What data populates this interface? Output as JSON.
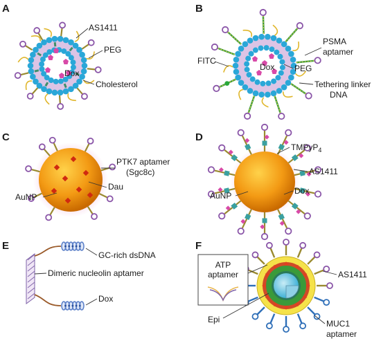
{
  "panels": [
    {
      "letter": "A",
      "labels": {
        "aptamer": "AS1411",
        "peg": "PEG",
        "drug": "Dox",
        "lipid": "Cholesterol"
      }
    },
    {
      "letter": "B",
      "labels": {
        "dye": "FITC",
        "aptamer_line1": "PSMA",
        "aptamer_line2": "aptamer",
        "drug": "Dox",
        "peg": "PEG",
        "linker_line1": "Tethering linker",
        "linker_line2": "DNA"
      }
    },
    {
      "letter": "C",
      "labels": {
        "aptamer_line1": "PTK7 aptamer",
        "aptamer_line2": "(Sgc8c)",
        "drug": "Dau",
        "particle": "AuNP"
      }
    },
    {
      "letter": "D",
      "labels": {
        "porphyrin": "TMPyP",
        "porphyrin_sub": "4",
        "aptamer": "AS1411",
        "drug": "Dox",
        "particle": "AuNP"
      }
    },
    {
      "letter": "E",
      "labels": {
        "dsdna": "GC-rich dsDNA",
        "aptamer": "Dimeric nucleolin aptamer",
        "drug": "Dox"
      }
    },
    {
      "letter": "F",
      "labels": {
        "inset_line1": "ATP",
        "inset_line2": "aptamer",
        "aptamer": "AS1411",
        "drug": "Epi",
        "muc1_line1": "MUC1",
        "muc1_line2": "aptamer"
      }
    }
  ],
  "colors": {
    "lipid_head": "#2aa7d8",
    "lipid_tail": "#c9a7d8",
    "drug": "#d84aa8",
    "gold": "#f08a10",
    "dau": "#d02a10",
    "aptamer_loop": "#8a55a8",
    "strand": "#9a8a30",
    "dsdna": "#5a7fc8",
    "silica_outer": "#f5e24a",
    "silica_inner": "#3a9a3a",
    "epi": "#e04020",
    "core": "#70c8e0"
  }
}
